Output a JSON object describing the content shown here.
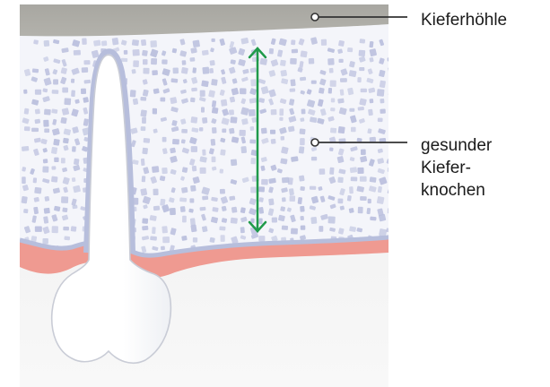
{
  "labels": {
    "sinus": "Kieferhöhle",
    "bone_line1": "gesunder",
    "bone_line2": "Kiefer-",
    "bone_line3": "knochen"
  },
  "colors": {
    "sinus": "#a9a8a2",
    "bone_fill": "#f4f5fa",
    "bone_particles": "#b9bedd",
    "tooth": "#ffffff",
    "tooth_outline": "#c9ccd6",
    "periodontal": "#b7bedc",
    "gum": "#ef9a91",
    "background_tissue": "#f1f1f1",
    "height_arrow": "#1f9a4a",
    "leader_line": "#333333"
  },
  "icons": {
    "height_arrow": "double-headed-vertical-arrow",
    "callout_marker": "open-circle"
  }
}
